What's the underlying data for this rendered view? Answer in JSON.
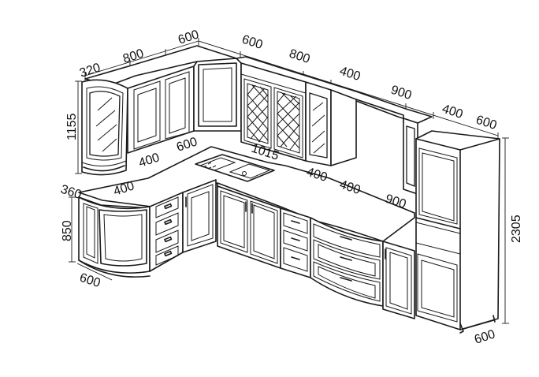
{
  "dimensions": {
    "upper_corner_depth": "320",
    "upper_left_width": "800",
    "upper_corner_width": "600",
    "upper_mid_width_a": "600",
    "upper_mid_width_b": "800",
    "upper_hood_width": "400",
    "upper_right_width": "900",
    "upper_end_width": "400",
    "tall_depth": "600",
    "upper_height": "1155",
    "base_depth_a": "400",
    "base_depth_b": "600",
    "base_corner_depth": "360",
    "base_corner_width": "400",
    "sink_run": "1015",
    "base_mid_a": "400",
    "base_mid_b": "400",
    "base_right": "900",
    "base_height": "850",
    "base_left_depth": "600",
    "tall_height": "2305",
    "tall_bottom_depth": "600"
  },
  "colors": {
    "line": "#1a1a1a",
    "background": "#ffffff"
  }
}
